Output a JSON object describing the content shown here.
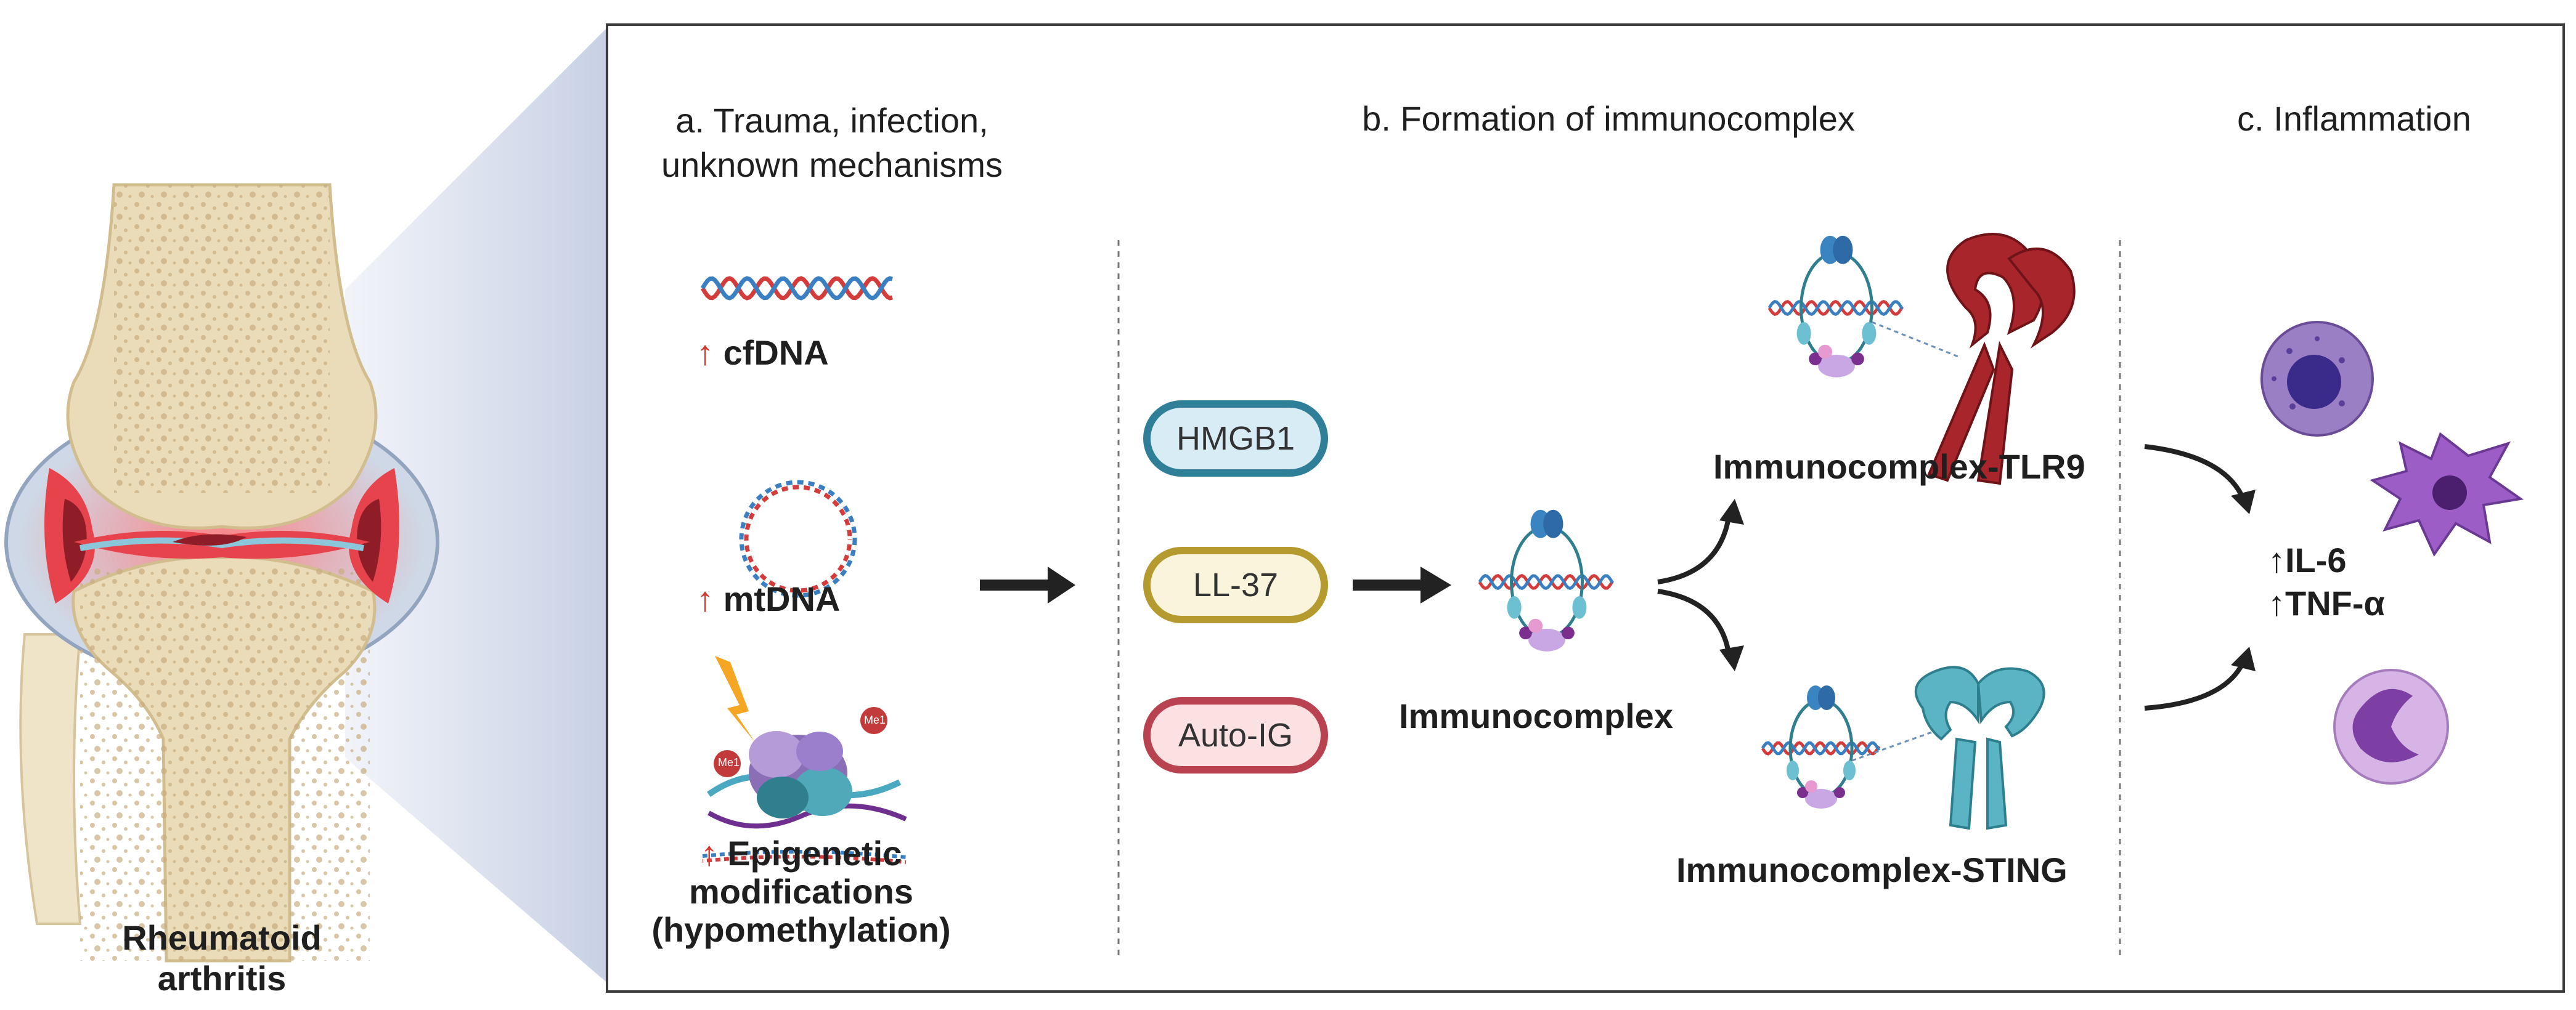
{
  "left": {
    "title_line1": "Rheumatoid",
    "title_line2": "arthritis"
  },
  "section_a": {
    "header_line1": "a. Trauma, infection,",
    "header_line2": "unknown mechanisms",
    "items": [
      {
        "arrow": "↑",
        "label": "cfDNA"
      },
      {
        "arrow": "↑",
        "label": "mtDNA"
      },
      {
        "arrow": "↑",
        "label_line1": "Epigenetic",
        "label_line2": "modifications",
        "label_line3": "(hypomethylation)"
      }
    ],
    "methyl_tag": "Me1"
  },
  "section_b": {
    "header": "b. Formation of immunocomplex",
    "pills": [
      {
        "label": "HMGB1",
        "fill": "#d8ecf6",
        "stroke": "#2f7f98"
      },
      {
        "label": "LL-37",
        "fill": "#fbf4dc",
        "stroke": "#b59a2f"
      },
      {
        "label": "Auto-IG",
        "fill": "#fbe1e1",
        "stroke": "#b8424f"
      }
    ],
    "complex_label": "Immunocomplex",
    "tlr9_label": "Immunocomplex-TLR9",
    "sting_label": "Immunocomplex-STING"
  },
  "section_c": {
    "header": "c. Inflammation",
    "cytokine1": "↑IL-6",
    "cytokine2": "↑TNF-α"
  },
  "colors": {
    "bone": "#e9d9b5",
    "bone_dots": "#c9ad7e",
    "synovium": "#e9474f",
    "synovium_dark": "#8c1c24",
    "cartilage": "#9fd0e0",
    "capsule": "#d3dbe8",
    "dna_red": "#d43b3b",
    "dna_blue": "#3a7fc1",
    "receptor_tlr9": "#a8252b",
    "receptor_sting": "#5bb4c4",
    "cell_purple": "#8d5bb4"
  }
}
